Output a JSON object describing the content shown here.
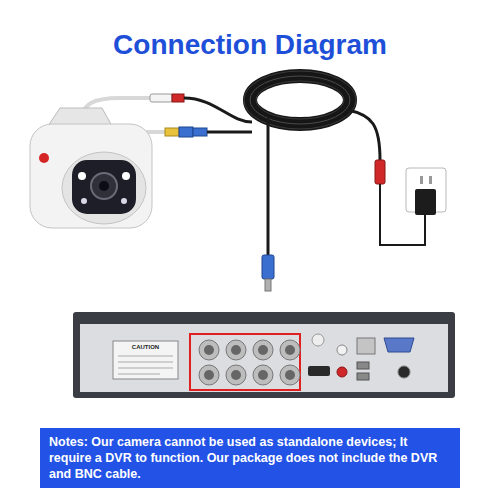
{
  "diagram": {
    "title": "Connection Diagram",
    "nodes": [
      {
        "text": [
          "Notes: Our camera cannot be used as standalone devices; It require a DVR to function. Our package does not include the DVR and BNC cable."
        ]
      }
    ],
    "labels": [
      "CAUTION"
    ]
  }
}
